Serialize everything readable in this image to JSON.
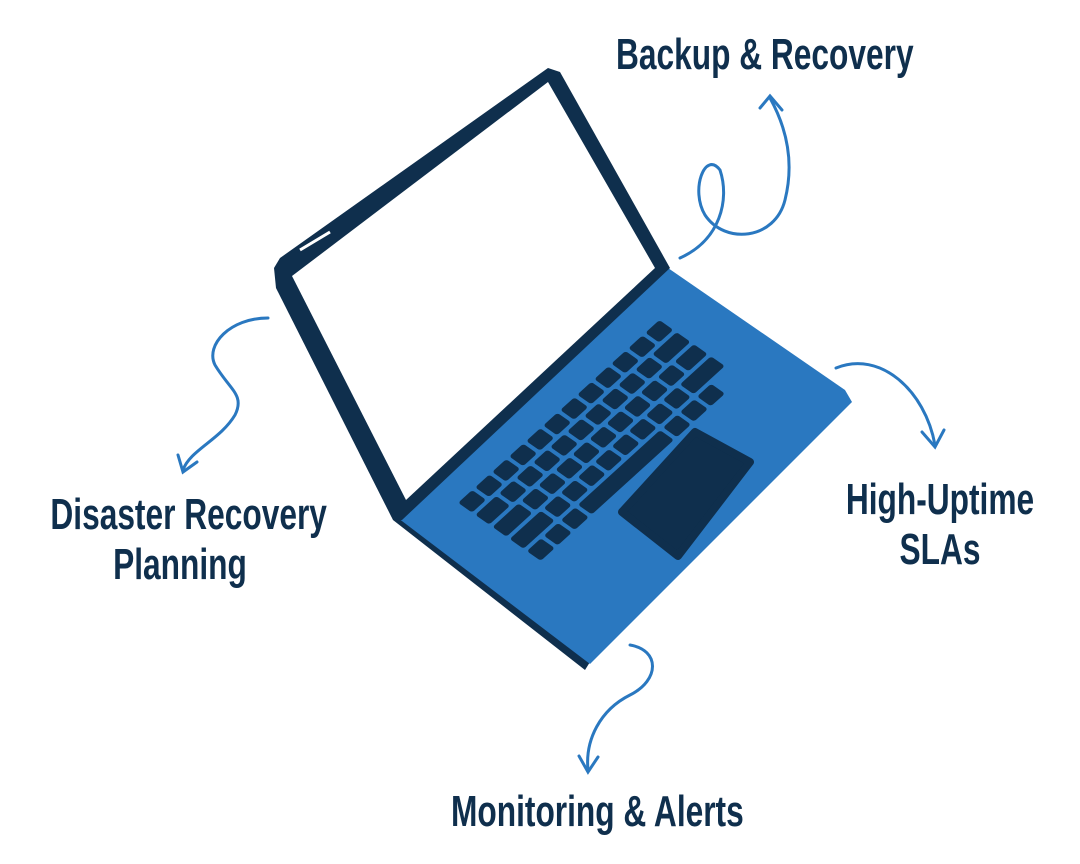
{
  "colors": {
    "navy": "#0f2f4d",
    "blue": "#2a78c0",
    "screen": "#ffffff"
  },
  "labels": {
    "backup": "Backup & Recovery",
    "disaster_line1": "Disaster Recovery",
    "disaster_line2": "Planning",
    "uptime_line1": "High-Uptime",
    "uptime_line2": "SLAs",
    "monitoring": "Monitoring & Alerts"
  },
  "icons": [
    "laptop-illustration",
    "curved-arrow-icon"
  ]
}
